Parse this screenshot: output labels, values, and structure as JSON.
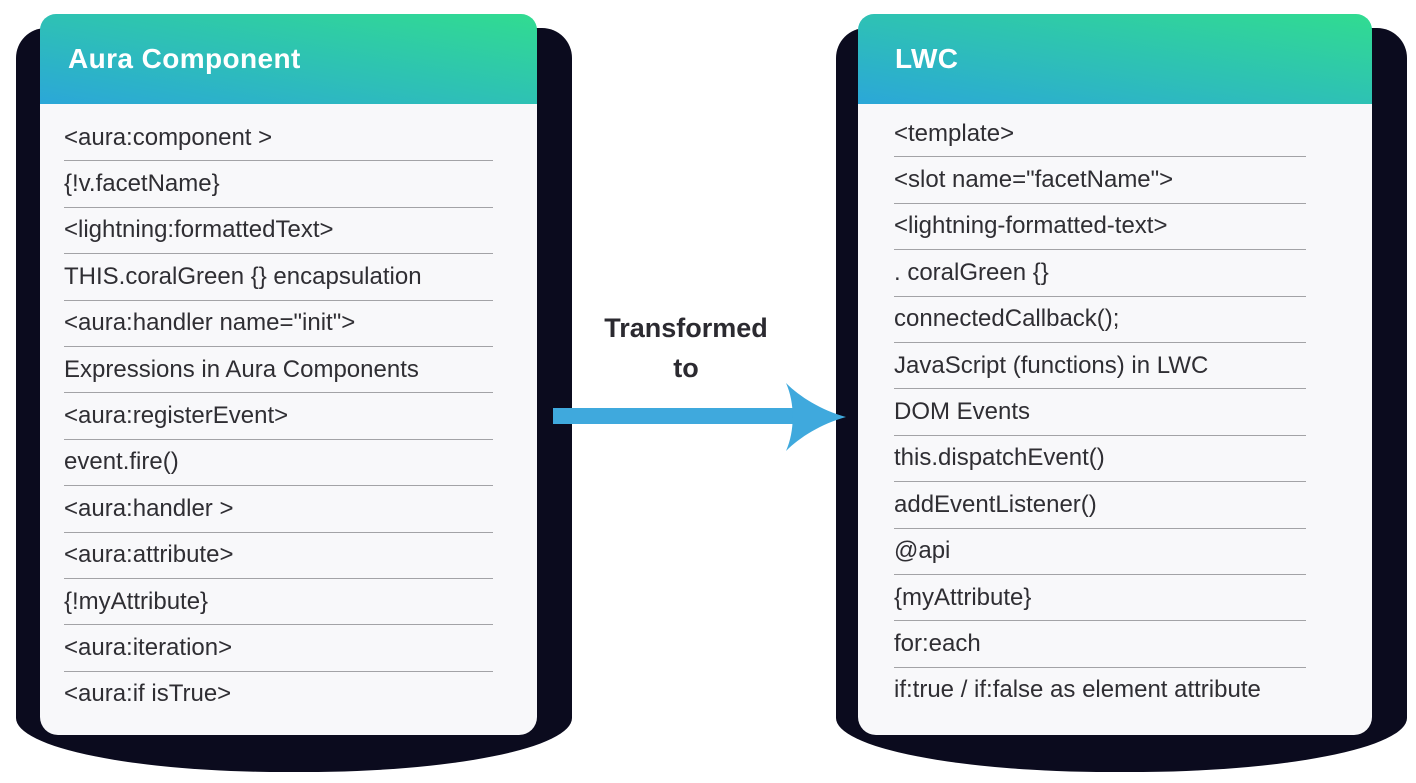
{
  "colors": {
    "page-background": "#FFFFFF",
    "shadow-navy": "#0B0B1E",
    "card-body": "#F8F8FA",
    "divider": "#A3A3A6",
    "item-text": "#2F2E33",
    "header-text": "#FFFFFF",
    "header-gradient-start": "#2BA7D8",
    "header-gradient-end": "#31DC90",
    "arrow-blue": "#3FA9DD",
    "label-text": "#2B2A30"
  },
  "aura_card": {
    "title": "Aura Component",
    "items": [
      "<aura:component >",
      "{!v.facetName}",
      "<lightning:formattedText>",
      "THIS.coralGreen {} encapsulation",
      "<aura:handler name=\"init\">",
      "Expressions in Aura Components",
      "<aura:registerEvent>",
      "event.fire()",
      "<aura:handler >",
      "<aura:attribute>",
      "{!myAttribute}",
      "<aura:iteration>",
      "<aura:if isTrue>"
    ]
  },
  "lwc_card": {
    "title": "LWC",
    "items": [
      "<template>",
      "<slot name=\"facetName\">",
      "<lightning-formatted-text>",
      ". coralGreen {}",
      "connectedCallback();",
      "JavaScript (functions) in LWC",
      "DOM Events",
      "this.dispatchEvent()",
      "addEventListener()",
      "@api",
      "{myAttribute}",
      "for:each",
      "if:true / if:false as element attribute"
    ]
  },
  "transform": {
    "label_line1": "Transformed",
    "label_line2": "to",
    "arrow_icon": "transform-right-arrow"
  }
}
